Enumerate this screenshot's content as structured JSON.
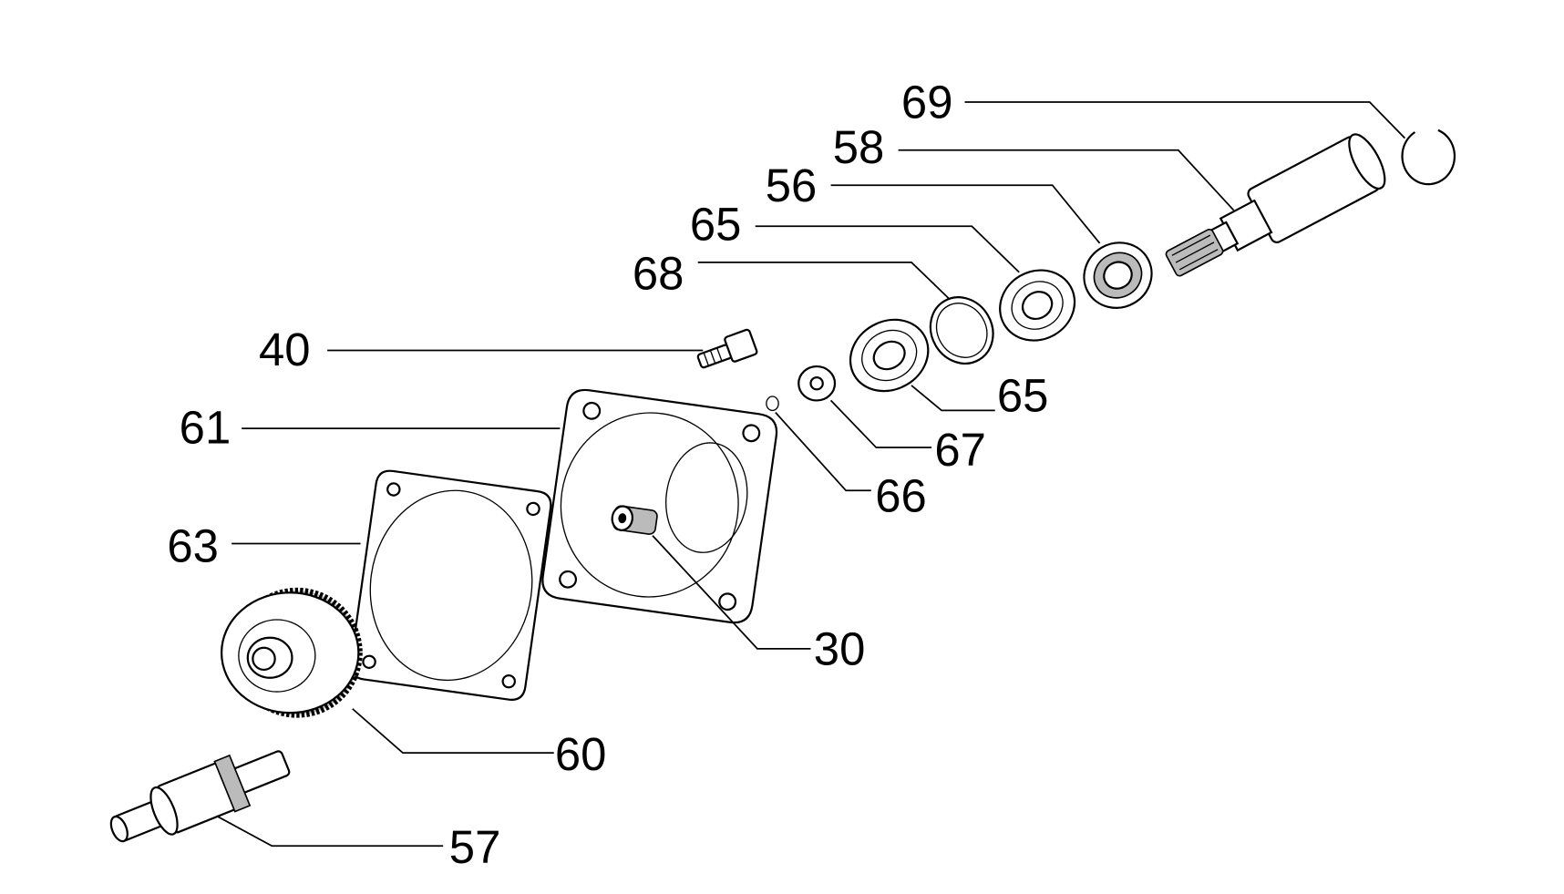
{
  "diagram": {
    "type": "exploded parts diagram",
    "labels": [
      {
        "id": "69",
        "text": "69"
      },
      {
        "id": "58",
        "text": "58"
      },
      {
        "id": "56",
        "text": "56"
      },
      {
        "id": "65a",
        "text": "65"
      },
      {
        "id": "68",
        "text": "68"
      },
      {
        "id": "40",
        "text": "40"
      },
      {
        "id": "61",
        "text": "61"
      },
      {
        "id": "63",
        "text": "63"
      },
      {
        "id": "65b",
        "text": "65"
      },
      {
        "id": "67",
        "text": "67"
      },
      {
        "id": "66",
        "text": "66"
      },
      {
        "id": "30",
        "text": "30"
      },
      {
        "id": "60",
        "text": "60"
      },
      {
        "id": "57",
        "text": "57"
      }
    ]
  }
}
